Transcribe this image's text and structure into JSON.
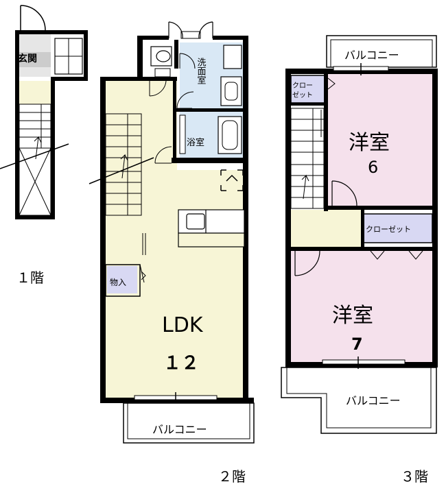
{
  "floors": {
    "f1": "１階",
    "f2": "２階",
    "f3": "３階"
  },
  "rooms": {
    "genkan": "玄関",
    "senmen": "洗面室",
    "yokushitsu": "浴室",
    "ldk": "LDK",
    "ldk_size": "１２",
    "monoire": "物入",
    "yoshitsu_a": "洋室",
    "yoshitsu_a_size": "6",
    "yoshitsu_b": "洋室",
    "yoshitsu_b_size": "7",
    "closet_a_1": "クロー",
    "closet_a_2": "ゼット",
    "closet_b": "クローゼット"
  },
  "balconies": {
    "b2": "バルコニー",
    "b3_top": "バルコニー",
    "b3_bottom": "バルコニー"
  },
  "colors": {
    "wall": "#000000",
    "ldk_floor": "#f7f5d6",
    "wet_floor": "#d9e8f5",
    "closet_floor": "#d8d8f3",
    "western_floor": "#f5e1ec",
    "hall_floor": "#f7f5d6"
  }
}
